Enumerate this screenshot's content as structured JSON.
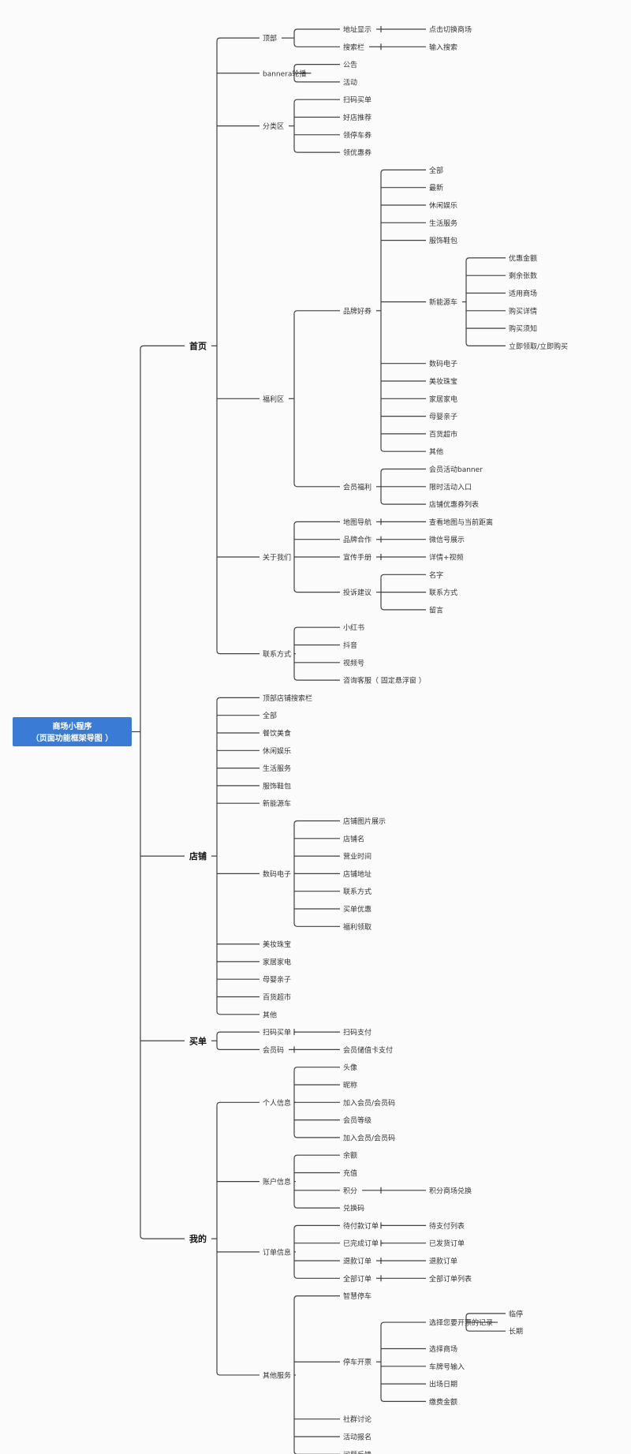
{
  "colors": {
    "root_fill": "#3a7bd5",
    "root_text": "#ffffff",
    "line": "#404040",
    "text": "#333333",
    "background": "#fbfbfb"
  },
  "root": {
    "line1": "商场小程序",
    "line2": "（页面功能框架导图 ）"
  },
  "tree": [
    {
      "label": "首页",
      "children": [
        {
          "label": "顶部",
          "children": [
            {
              "label": "地址显示",
              "children": [
                {
                  "label": "点击切换商场"
                }
              ]
            },
            {
              "label": "搜索栏",
              "children": [
                {
                  "label": "输入搜索"
                }
              ]
            }
          ]
        },
        {
          "label": "bannera轮播",
          "children": [
            {
              "label": "公告"
            },
            {
              "label": "活动"
            }
          ]
        },
        {
          "label": "分类区",
          "children": [
            {
              "label": "扫码买单"
            },
            {
              "label": "好店推荐"
            },
            {
              "label": "领停车券"
            },
            {
              "label": "领优惠券"
            }
          ]
        },
        {
          "label": "福利区",
          "children": [
            {
              "label": "品牌好券",
              "children": [
                {
                  "label": "全部"
                },
                {
                  "label": "最新"
                },
                {
                  "label": "休闲娱乐"
                },
                {
                  "label": "生活服务"
                },
                {
                  "label": "服饰鞋包"
                },
                {
                  "label": "新能源车",
                  "children": [
                    {
                      "label": "优惠金额"
                    },
                    {
                      "label": "剩余张数"
                    },
                    {
                      "label": "适用商场"
                    },
                    {
                      "label": "购买详情"
                    },
                    {
                      "label": "购买须知"
                    },
                    {
                      "label": "立即领取/立即购买"
                    }
                  ]
                },
                {
                  "label": "数码电子"
                },
                {
                  "label": "美妆珠宝"
                },
                {
                  "label": "家居家电"
                },
                {
                  "label": "母婴亲子"
                },
                {
                  "label": "百货超市"
                },
                {
                  "label": "其他"
                }
              ]
            },
            {
              "label": "会员福利",
              "children": [
                {
                  "label": "会员活动banner"
                },
                {
                  "label": "限时活动入口"
                },
                {
                  "label": "店铺优惠券列表"
                }
              ]
            }
          ]
        },
        {
          "label": "关于我们",
          "children": [
            {
              "label": "地图导航",
              "children": [
                {
                  "label": "查看地图与当前距离"
                }
              ]
            },
            {
              "label": "品牌合作",
              "children": [
                {
                  "label": "微信号展示"
                }
              ]
            },
            {
              "label": "宣传手册",
              "children": [
                {
                  "label": "详情+视频"
                }
              ]
            },
            {
              "label": "投诉建议",
              "children": [
                {
                  "label": "名字"
                },
                {
                  "label": "联系方式"
                },
                {
                  "label": "留言"
                }
              ]
            }
          ]
        },
        {
          "label": "联系方式",
          "children": [
            {
              "label": "小红书"
            },
            {
              "label": "抖音"
            },
            {
              "label": "视频号"
            },
            {
              "label": "咨询客服（ 固定悬浮窗 ）"
            }
          ]
        }
      ]
    },
    {
      "label": "店铺",
      "children": [
        {
          "label": "顶部店铺搜索栏"
        },
        {
          "label": "全部"
        },
        {
          "label": "餐饮美食"
        },
        {
          "label": "休闲娱乐"
        },
        {
          "label": "生活服务"
        },
        {
          "label": "服饰鞋包"
        },
        {
          "label": "新能源车"
        },
        {
          "label": "数码电子",
          "children": [
            {
              "label": "店铺图片展示"
            },
            {
              "label": "店铺名"
            },
            {
              "label": "营业时间"
            },
            {
              "label": "店铺地址"
            },
            {
              "label": "联系方式"
            },
            {
              "label": "买单优惠"
            },
            {
              "label": "福利领取"
            }
          ]
        },
        {
          "label": "美妆珠宝"
        },
        {
          "label": "家居家电"
        },
        {
          "label": "母婴亲子"
        },
        {
          "label": "百货超市"
        },
        {
          "label": "其他"
        }
      ]
    },
    {
      "label": "买单",
      "children": [
        {
          "label": "扫码买单",
          "children": [
            {
              "label": "扫码支付"
            }
          ]
        },
        {
          "label": "会员码",
          "children": [
            {
              "label": "会员储值卡支付"
            }
          ]
        }
      ]
    },
    {
      "label": "我的",
      "children": [
        {
          "label": "个人信息",
          "children": [
            {
              "label": "头像"
            },
            {
              "label": "昵称"
            },
            {
              "label": "加入会员/会员码"
            },
            {
              "label": "会员等级"
            },
            {
              "label": "加入会员/会员码"
            }
          ]
        },
        {
          "label": "账户信息",
          "children": [
            {
              "label": "余额"
            },
            {
              "label": "充值"
            },
            {
              "label": "积分",
              "children": [
                {
                  "label": "积分商场兑换"
                }
              ]
            },
            {
              "label": "兑换码"
            }
          ]
        },
        {
          "label": "订单信息",
          "children": [
            {
              "label": "待付款订单",
              "children": [
                {
                  "label": "待支付列表"
                }
              ]
            },
            {
              "label": "已完成订单",
              "children": [
                {
                  "label": "已发货订单"
                }
              ]
            },
            {
              "label": "退款订单",
              "children": [
                {
                  "label": "退款订单"
                }
              ]
            },
            {
              "label": "全部订单",
              "children": [
                {
                  "label": "全部订单列表"
                }
              ]
            }
          ]
        },
        {
          "label": "其他服务",
          "children": [
            {
              "label": "智慧停车"
            },
            {
              "label": "停车开票",
              "children": [
                {
                  "label": "选择您要开票的记录",
                  "children": [
                    {
                      "label": "临停"
                    },
                    {
                      "label": "长期"
                    }
                  ]
                },
                {
                  "label": "选择商场"
                },
                {
                  "label": "车牌号输入"
                },
                {
                  "label": "出场日期"
                },
                {
                  "label": "缴费金额"
                }
              ]
            },
            {
              "label": "社群讨论"
            },
            {
              "label": "活动报名"
            },
            {
              "label": "问题反馈"
            }
          ]
        }
      ]
    }
  ]
}
